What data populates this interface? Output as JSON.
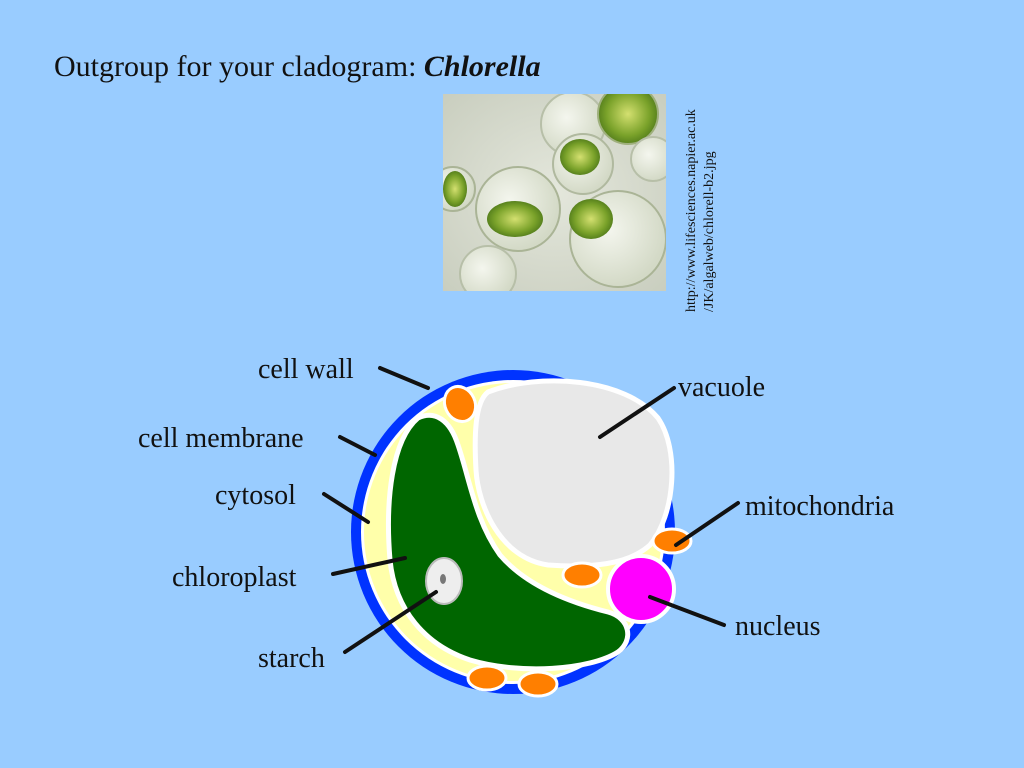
{
  "title": {
    "text": "Outgroup for your cladogram: ",
    "species": "Chlorella"
  },
  "photo_credit": {
    "line1": "http://www.lifesciences.napier.ac.uk",
    "line2": "/JK/algalweb/chlorell-b2.jpg"
  },
  "labels": {
    "cell_wall": "cell wall",
    "cell_membrane": "cell membrane",
    "cytosol": "cytosol",
    "chloroplast": "chloroplast",
    "starch": "starch",
    "vacuole": "vacuole",
    "mitochondria": "mitochondria",
    "nucleus": "nucleus"
  },
  "colors": {
    "background": "#99ccff",
    "cell_wall": "#0033ff",
    "cytosol": "#ffffaa",
    "chloroplast": "#006600",
    "vacuole": "#e8e8e8",
    "mitochondria": "#ff7f00",
    "nucleus": "#ff00ff"
  }
}
